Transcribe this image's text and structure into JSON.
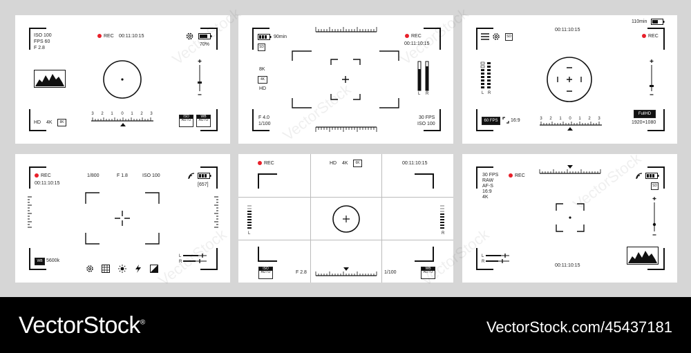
{
  "colors": {
    "rec_dot": "#e8202a",
    "background": "#d6d6d6",
    "panel": "#ffffff",
    "footer": "#000000"
  },
  "brand": "VectorStock",
  "brand_mark": "®",
  "credit": "VectorStock.com/45437181",
  "watermark": "VectorStock",
  "common": {
    "rec": "REC",
    "timecode": "00:11:10:15",
    "iso_box_top": "ISO",
    "wb_box_top": "WB",
    "auto": "AUTO",
    "l": "L",
    "r": "R",
    "4k_box": "4K",
    "8k_box": "8K",
    "6k_box": "6K",
    "sd_box": "SD"
  },
  "p1": {
    "iso": "ISO 100",
    "fps": "FPS 60",
    "fstop": "F 2.8",
    "battery": "70%",
    "hd": "HD",
    "k4": "4K",
    "scale": [
      "3",
      "2",
      "1",
      "0",
      "1",
      "2",
      "3"
    ]
  },
  "p2": {
    "battery_time": "90min",
    "res": "8K",
    "hd": "HD",
    "fstop": "F 4.0",
    "shutter": "1/100",
    "fps": "30 FPS",
    "iso": "ISO 100"
  },
  "p3": {
    "battery_time": "110min",
    "fps_badge": "60 FPS",
    "aspect": "16:9",
    "fullhd": "FullHD",
    "resolution": "1920×1080",
    "scale": [
      "3",
      "2",
      "1",
      "0",
      "1",
      "2",
      "3"
    ]
  },
  "p4": {
    "shutter": "1/800",
    "fstop": "F 1.8",
    "iso": "ISO 100",
    "shots": "[657]",
    "wb_label": "WB",
    "kelvin": "5600k"
  },
  "p5": {
    "hd": "HD",
    "k4": "4K",
    "fstop": "F 2.8",
    "shutter": "1/100"
  },
  "p6": {
    "specs": [
      "30 FPS",
      "RAW",
      "AF-S",
      "16:9",
      "4K"
    ]
  }
}
